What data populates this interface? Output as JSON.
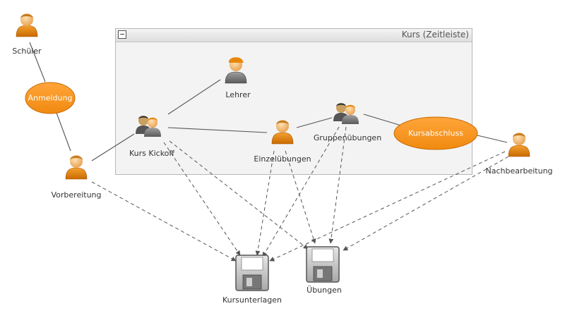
{
  "group": {
    "title": "Kurs (Zeitleiste)",
    "collapse_symbol": "−"
  },
  "nodes": {
    "schueler": {
      "label": "Schüler",
      "icon": "person-icon"
    },
    "vorbereitung": {
      "label": "Vorbereitung",
      "icon": "person-icon"
    },
    "lehrer": {
      "label": "Lehrer",
      "icon": "teacher-icon"
    },
    "kurs_kickoff": {
      "label": "Kurs Kickoff",
      "icon": "group-icon"
    },
    "einzeluebungen": {
      "label": "Einzelübungen",
      "icon": "person-icon"
    },
    "gruppenuebungen": {
      "label": "Gruppenübungen",
      "icon": "group-icon"
    },
    "nachbearbeitung": {
      "label": "Nachbearbeitung",
      "icon": "person-icon"
    },
    "kursunterlagen": {
      "label": "Kursunterlagen",
      "icon": "floppy-disk-icon"
    },
    "uebungen": {
      "label": "Übungen",
      "icon": "floppy-disk-icon"
    }
  },
  "events": {
    "anmeldung": {
      "label": "Anmeldung"
    },
    "kursabschluss": {
      "label": "Kursabschluss"
    }
  },
  "colors": {
    "oval_fill": "#f7941d",
    "oval_stroke": "#c96a00",
    "person_body": "#e8860a",
    "person_skin": "#f6c07a",
    "line": "#555555",
    "group_bg": "#f3f3f3"
  }
}
